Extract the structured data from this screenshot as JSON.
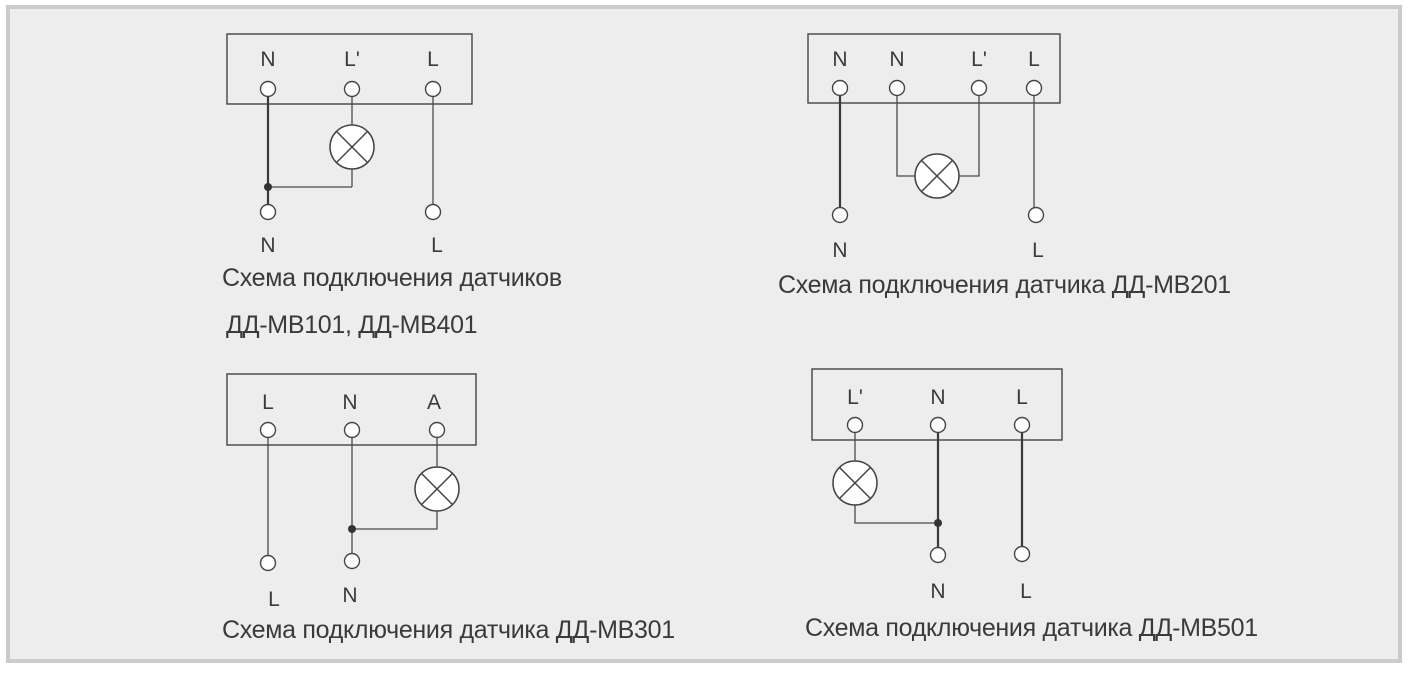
{
  "diagrams": [
    {
      "terminals_top": [
        "N",
        "L'",
        "L"
      ],
      "terminals_bottom": [
        "N",
        "L"
      ],
      "caption": [
        "Схема подключения датчиков",
        "ДД-МВ101, ДД-МВ401"
      ]
    },
    {
      "terminals_top": [
        "N",
        "N",
        "L'",
        "L"
      ],
      "terminals_bottom": [
        "N",
        "L"
      ],
      "caption": [
        "Схема подключения датчика  ДД-МВ201"
      ]
    },
    {
      "terminals_top": [
        "L",
        "N",
        "A"
      ],
      "terminals_bottom": [
        "L",
        "N"
      ],
      "caption": [
        "Схема подключения датчика   ДД-МВ301"
      ]
    },
    {
      "terminals_top": [
        "L'",
        "N",
        "L"
      ],
      "terminals_bottom": [
        "N",
        "L"
      ],
      "caption": [
        "Схема подключения датчика  ДД-МВ501"
      ]
    }
  ],
  "icons": [
    "lamp-icon"
  ]
}
